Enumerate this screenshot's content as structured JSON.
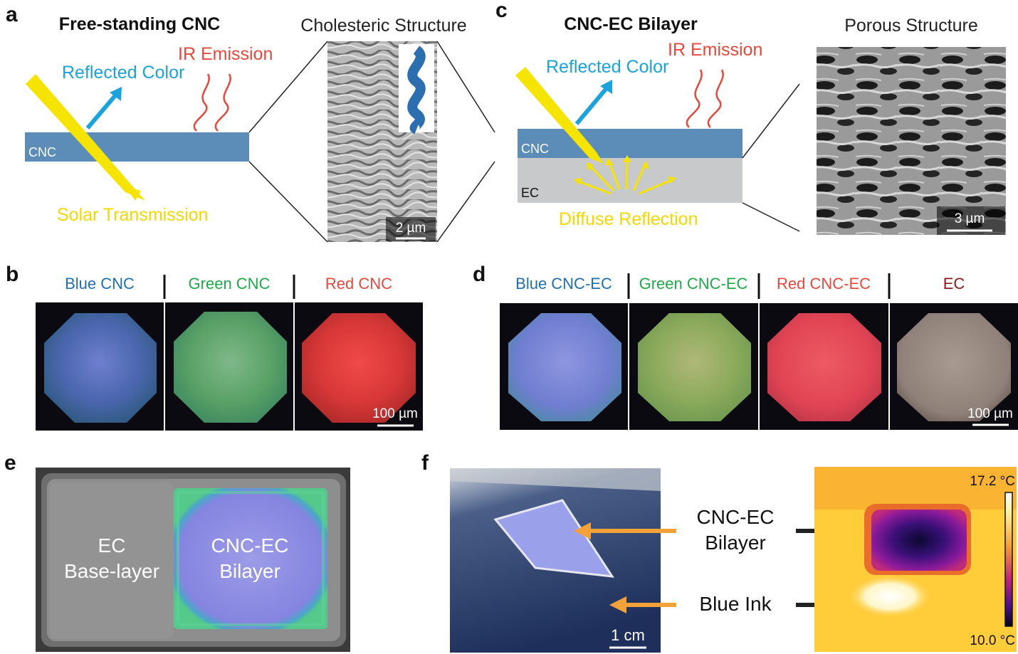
{
  "panels": {
    "a": {
      "letter": "a",
      "title": "Free-standing CNC",
      "structure_title": "Cholesteric Structure",
      "reflected": "Reflected Color",
      "ir": "IR Emission",
      "layer": "CNC",
      "transmission": "Solar Transmission",
      "scalebar": "2 µm"
    },
    "b": {
      "letter": "b",
      "samples": [
        "Blue CNC",
        "Green CNC",
        "Red CNC"
      ],
      "scalebar": "100 µm"
    },
    "c": {
      "letter": "c",
      "title": "CNC-EC Bilayer",
      "structure_title": "Porous Structure",
      "reflected": "Reflected Color",
      "ir": "IR Emission",
      "layer_top": "CNC",
      "layer_bottom": "EC",
      "diffuse": "Diffuse Reflection",
      "scalebar": "3 µm"
    },
    "d": {
      "letter": "d",
      "samples": [
        "Blue CNC-EC",
        "Green CNC-EC",
        "Red CNC-EC",
        "EC"
      ],
      "scalebar": "100 µm"
    },
    "e": {
      "letter": "e",
      "left_line1": "EC",
      "left_line2": "Base-layer",
      "right_line1": "CNC-EC",
      "right_line2": "Bilayer"
    },
    "f": {
      "letter": "f",
      "bilayer_line1": "CNC-EC",
      "bilayer_line2": "Bilayer",
      "ink": "Blue Ink",
      "scalebar": "1 cm",
      "temp_max": "17.2 °C",
      "temp_min": "10.0 °C"
    }
  },
  "colors": {
    "cnc_layer": "#5b8db8",
    "ec_layer": "#c8c9cb",
    "solar": "#f5e400",
    "reflected": "#1aa3dc",
    "ir": "#e8483c",
    "blue_label": "#1f6fb5",
    "green_label": "#1faa4a",
    "red_label": "#e8483c",
    "ec_label": "#8b1a1a",
    "orange_arrow": "#f3a23a"
  }
}
